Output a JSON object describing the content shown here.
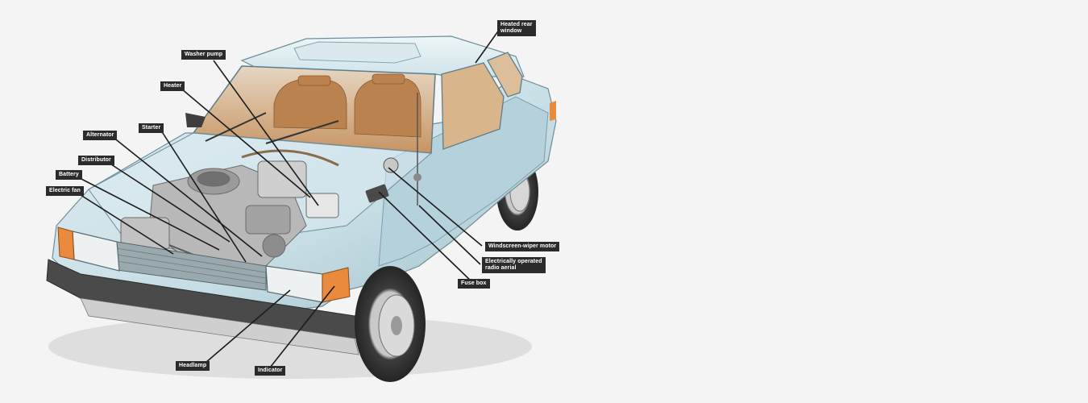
{
  "diagram": {
    "labels": {
      "heated_rear_window": "Heated rear\nwindow",
      "washer_pump": "Washer pump",
      "heater": "Heater",
      "starter": "Starter",
      "alternator": "Alternator",
      "distributor": "Distributor",
      "battery": "Battery",
      "electric_fan": "Electric fan",
      "windscreen_wiper_motor": "Windscreen-wiper motor",
      "radio_aerial": "Electrically operated\nradio aerial",
      "fuse_box": "Fuse box",
      "headlamp": "Headlamp",
      "indicator": "Indicator"
    },
    "colors": {
      "body": "#cfe3ea",
      "body_shade": "#a9c9d3",
      "interior": "#c89a66",
      "bumper": "#4a4a4a",
      "indicator": "#e98a3c",
      "label_bg": "#2b2b2b",
      "leader": "#1c1c1c"
    }
  }
}
